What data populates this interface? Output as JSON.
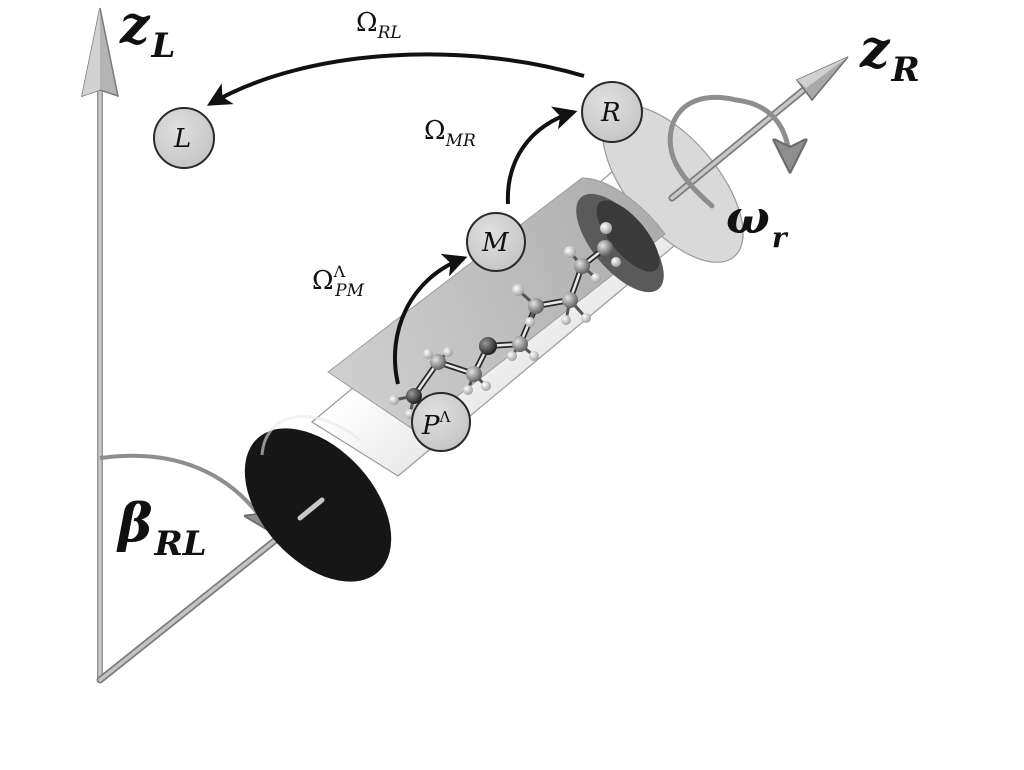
{
  "axes": {
    "zL": {
      "symbol": "z",
      "sub": "L"
    },
    "zR": {
      "symbol": "z",
      "sub": "R"
    },
    "omega_r": {
      "symbol": "ω",
      "sub": "r"
    },
    "beta": {
      "symbol": "β",
      "sub": "RL"
    }
  },
  "frames": {
    "L": "L",
    "R": "R",
    "M": "M",
    "P": {
      "main": "P",
      "sup": "Λ"
    }
  },
  "transforms": {
    "RL": {
      "symbol": "Ω",
      "sub": "RL"
    },
    "MR": {
      "symbol": "Ω",
      "sub": "MR"
    },
    "PM": {
      "symbol": "Ω",
      "sub": "PM",
      "sup": "Λ"
    }
  },
  "colors": {
    "axis": "#a9a9a9",
    "arrow": "#111111",
    "node_fill": "#d0d0d0",
    "cylinder_dark": "#1a1a1a",
    "cylinder_light": "#e6e6e6"
  }
}
